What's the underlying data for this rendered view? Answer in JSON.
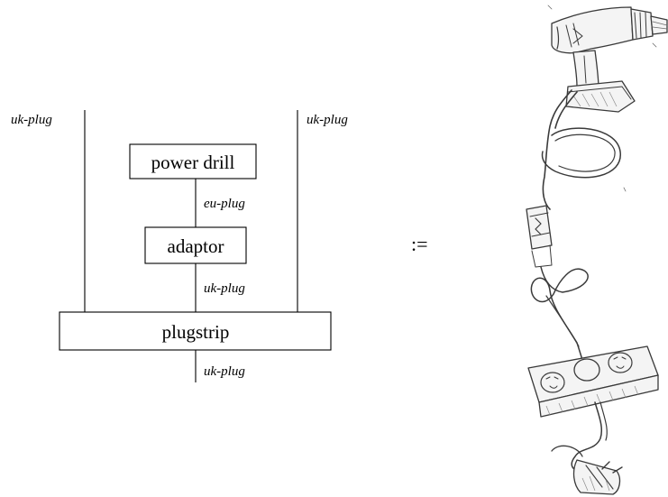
{
  "diagram": {
    "wire_labels": {
      "left_top": "uk-plug",
      "right_top": "uk-plug",
      "drill_to_adaptor": "eu-plug",
      "adaptor_to_plugstrip": "uk-plug",
      "plugstrip_out": "uk-plug"
    },
    "boxes": {
      "power_drill": "power drill",
      "adaptor": "adaptor",
      "plugstrip": "plugstrip"
    },
    "definition_symbol": ":="
  },
  "sketch": {
    "subject": "power drill plugged into adaptor plugged into plugstrip with uk plug"
  }
}
